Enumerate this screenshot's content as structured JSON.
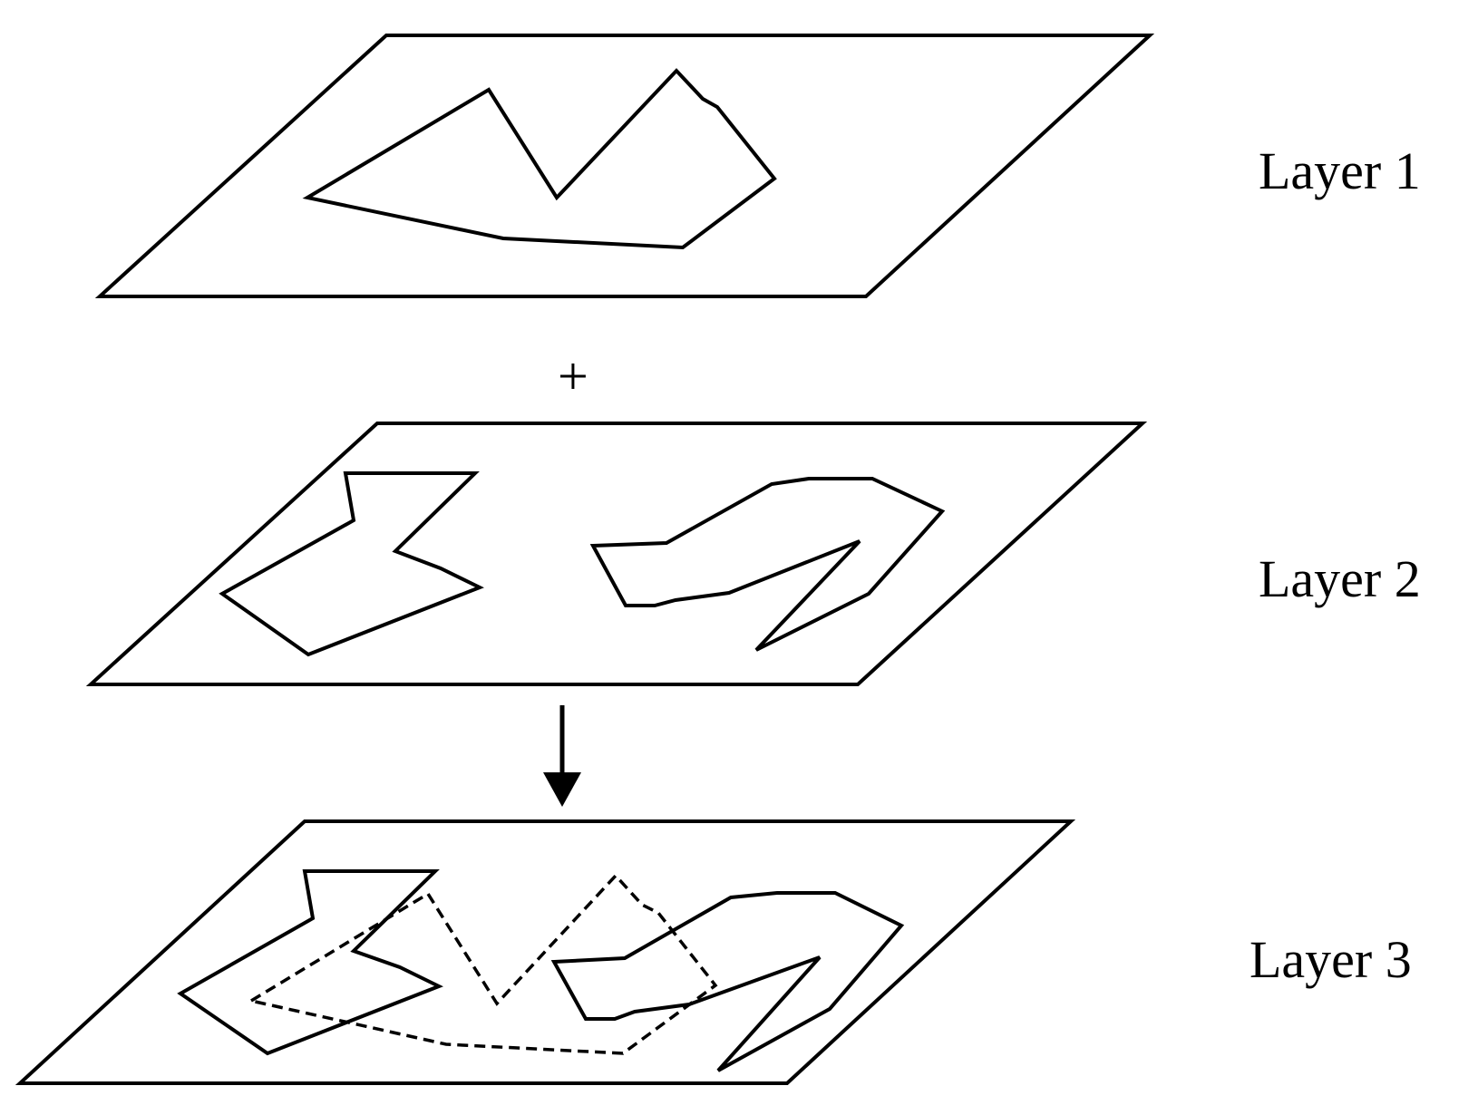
{
  "labels": {
    "layer1": "Layer 1",
    "layer2": "Layer 2",
    "layer3": "Layer 3"
  },
  "operator": "+",
  "colors": {
    "stroke": "#000000",
    "background": "#ffffff"
  }
}
